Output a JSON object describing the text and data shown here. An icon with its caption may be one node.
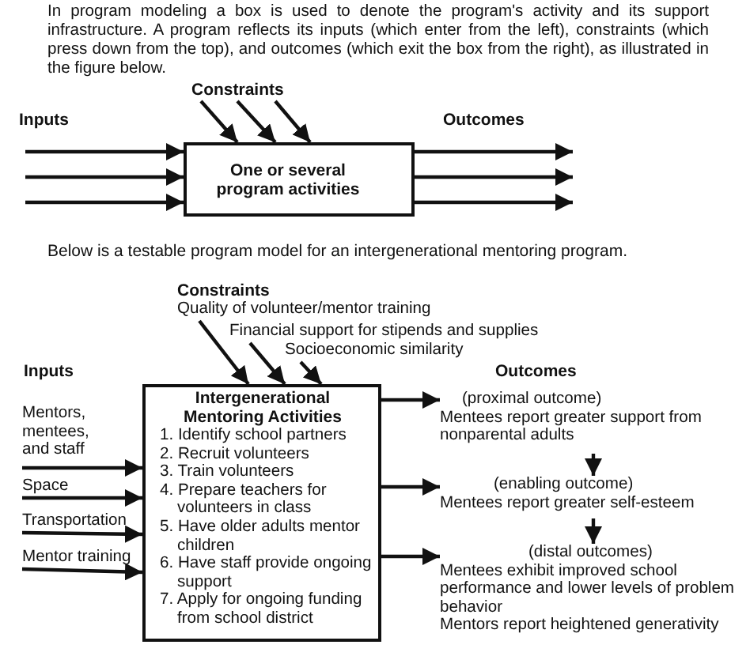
{
  "diagram": {
    "nodes": [
      {
        "text": [
          "One or several program activities"
        ]
      },
      {
        "text": [
          "Intergenerational Mentoring Activities",
          "1. Identify school partners",
          "2. Recruit volunteers",
          "3. Train volunteers",
          "4. Prepare teachers for volunteers in class",
          "5. Have older adults mentor children",
          "6. Have staff provide ongoing support",
          "7. Apply for ongoing funding from school district"
        ]
      },
      {
        "text": [
          "Quality of volunteer/mentor training"
        ]
      },
      {
        "text": [
          "Financial support for stipends and supplies"
        ]
      },
      {
        "text": [
          "Socioeconomic similarity"
        ]
      },
      {
        "text": [
          "Mentors, mentees, and staff"
        ]
      },
      {
        "text": [
          "Space"
        ]
      },
      {
        "text": [
          "Transportation"
        ]
      },
      {
        "text": [
          "Mentor training"
        ]
      },
      {
        "text": [
          "(proximal outcome)",
          "Mentees report greater support from nonparental adults"
        ]
      },
      {
        "text": [
          "(enabling outcome)",
          "Mentees report greater self-esteem"
        ]
      },
      {
        "text": [
          "(distal outcomes)",
          "Mentees exhibit improved school performance and lower levels of problem behavior",
          "Mentors report heightened generativity"
        ]
      },
      {
        "text": [
          "Constraints"
        ]
      }
    ],
    "edges": [
      {
        "from": null,
        "to": 0,
        "arrow": "to"
      },
      {
        "from": null,
        "to": 0,
        "arrow": "to"
      },
      {
        "from": null,
        "to": 0,
        "arrow": "to"
      },
      {
        "from": 12,
        "to": 0,
        "arrow": "to"
      },
      {
        "from": 12,
        "to": 0,
        "arrow": "to"
      },
      {
        "from": 12,
        "to": 0,
        "arrow": "to"
      },
      {
        "from": 0,
        "to": null,
        "arrow": "to"
      },
      {
        "from": 0,
        "to": null,
        "arrow": "to"
      },
      {
        "from": 0,
        "to": null,
        "arrow": "to"
      },
      {
        "from": 2,
        "to": 1,
        "arrow": "to"
      },
      {
        "from": 3,
        "to": 1,
        "arrow": "to"
      },
      {
        "from": 4,
        "to": 1,
        "arrow": "to"
      },
      {
        "from": 5,
        "to": 1,
        "arrow": "to"
      },
      {
        "from": 6,
        "to": 1,
        "arrow": "to"
      },
      {
        "from": 7,
        "to": 1,
        "arrow": "to"
      },
      {
        "from": 8,
        "to": 1,
        "arrow": "to"
      },
      {
        "from": 1,
        "to": 9,
        "arrow": "to"
      },
      {
        "from": 1,
        "to": 10,
        "arrow": "to"
      },
      {
        "from": 1,
        "to": 11,
        "arrow": "to"
      },
      {
        "from": 9,
        "to": 10,
        "arrow": "to"
      },
      {
        "from": 10,
        "to": 11,
        "arrow": "to"
      }
    ],
    "labels": [
      "In program modeling a box is used to denote the program's activity and its support infrastructure. A program reflects its inputs (which enter from the left), constraints (which press down from the top), and outcomes (which exit the box from the right), as illustrated in the figure below.",
      "Inputs",
      "Outcomes",
      "Below is a testable program model for an intergenerational mentoring program.",
      "Constraints",
      "Inputs",
      "Outcomes"
    ]
  }
}
